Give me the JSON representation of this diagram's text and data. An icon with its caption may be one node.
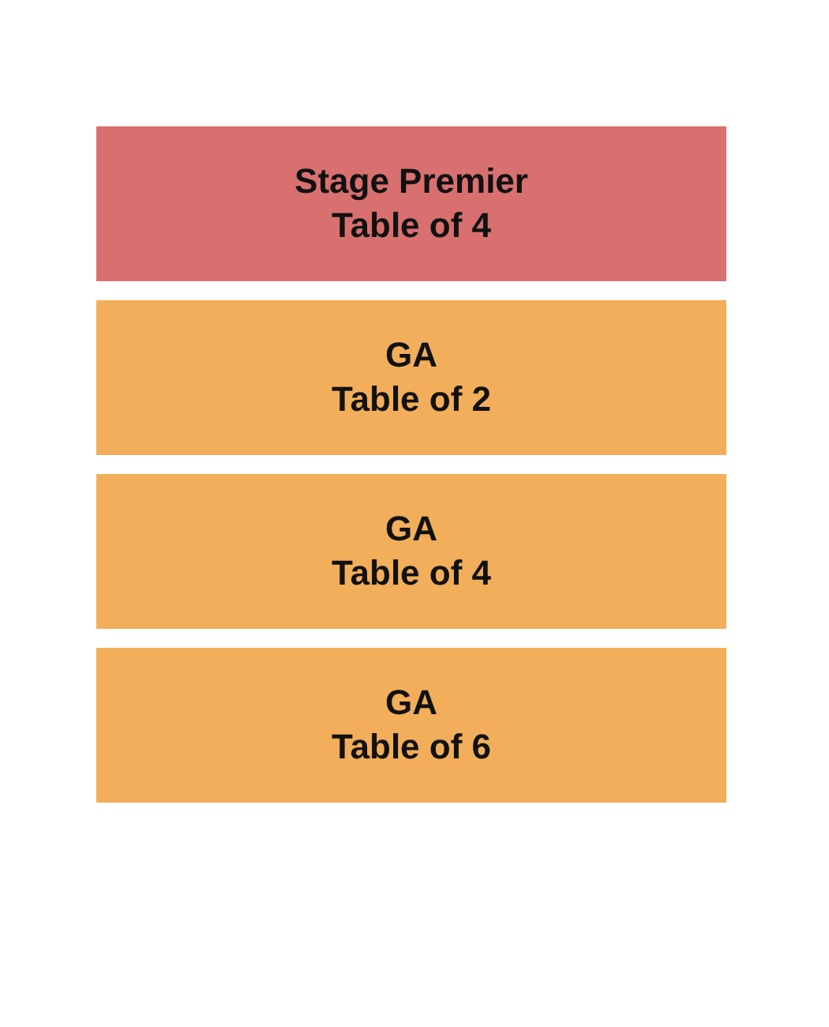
{
  "diagram": {
    "nodes": [
      {
        "text": [
          "Stage Premier",
          "Table of 4"
        ]
      },
      {
        "text": [
          "GA",
          "Table of 2"
        ]
      },
      {
        "text": [
          "GA",
          "Table of 4"
        ]
      },
      {
        "text": [
          "GA",
          "Table of 6"
        ]
      }
    ]
  }
}
